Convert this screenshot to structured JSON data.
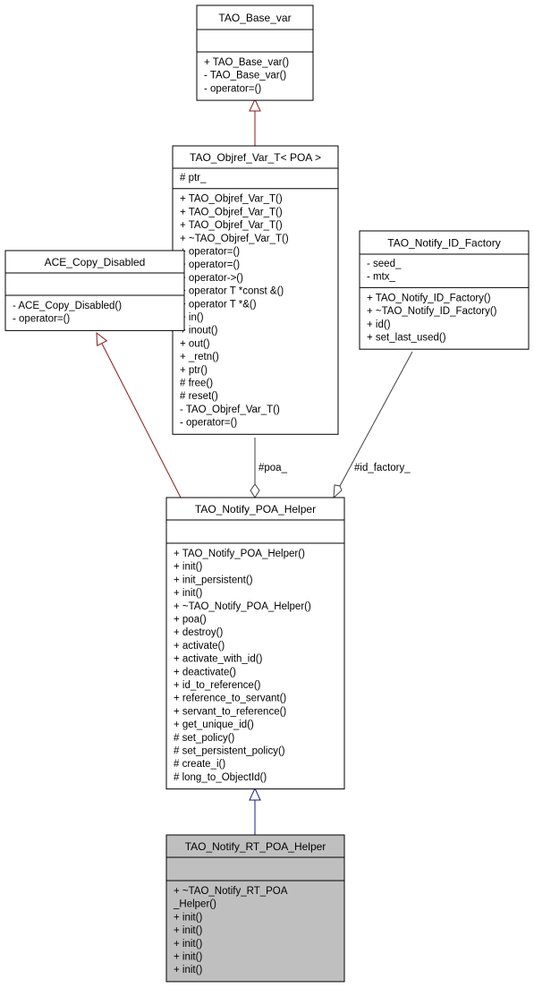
{
  "colors": {
    "inherit_public": "#1a1a8c",
    "inherit_private": "#8b1a1a",
    "aggregation": "#404040",
    "highlight_fill": "#bfbfbf",
    "box_fill": "#ffffff"
  },
  "classes": {
    "base_var": {
      "name": "TAO_Base_var",
      "attributes": [],
      "operations": [
        "+ TAO_Base_var()",
        "- TAO_Base_var()",
        "- operator=()"
      ]
    },
    "objref_var": {
      "name": "TAO_Objref_Var_T< POA >",
      "attributes": [
        "# ptr_"
      ],
      "operations": [
        "+ TAO_Objref_Var_T()",
        "+ TAO_Objref_Var_T()",
        "+ TAO_Objref_Var_T()",
        "+ ~TAO_Objref_Var_T()",
        "+ operator=()",
        "+ operator=()",
        "+ operator->()",
        "+ operator T *const &()",
        "+ operator T *&()",
        "+ in()",
        "+ inout()",
        "+ out()",
        "+ _retn()",
        "+ ptr()",
        "# free()",
        "# reset()",
        "- TAO_Objref_Var_T()",
        "- operator=()"
      ]
    },
    "copy_disabled": {
      "name": "ACE_Copy_Disabled",
      "attributes": [],
      "operations": [
        "- ACE_Copy_Disabled()",
        "- operator=()"
      ]
    },
    "id_factory": {
      "name": "TAO_Notify_ID_Factory",
      "attributes": [
        "- seed_",
        "- mtx_"
      ],
      "operations": [
        "+ TAO_Notify_ID_Factory()",
        "+ ~TAO_Notify_ID_Factory()",
        "+ id()",
        "+ set_last_used()"
      ]
    },
    "poa_helper": {
      "name": "TAO_Notify_POA_Helper",
      "attributes": [],
      "operations": [
        "+ TAO_Notify_POA_Helper()",
        "+ init()",
        "+ init_persistent()",
        "+ init()",
        "+ ~TAO_Notify_POA_Helper()",
        "+ poa()",
        "+ destroy()",
        "+ activate()",
        "+ activate_with_id()",
        "+ deactivate()",
        "+ id_to_reference()",
        "+ reference_to_servant()",
        "+ servant_to_reference()",
        "+ get_unique_id()",
        "# set_policy()",
        "# set_persistent_policy()",
        "# create_i()",
        "# long_to_ObjectId()"
      ]
    },
    "rt_poa_helper": {
      "name": "TAO_Notify_RT_POA_Helper",
      "attributes": [],
      "operations": [
        "+ ~TAO_Notify_RT_POA",
        "_Helper()",
        "+ init()",
        "+ init()",
        "+ init()",
        "+ init()",
        "+ init()"
      ]
    }
  },
  "edges": {
    "poa": {
      "label": "#poa_"
    },
    "id_factory": {
      "label": "#id_factory_"
    }
  }
}
